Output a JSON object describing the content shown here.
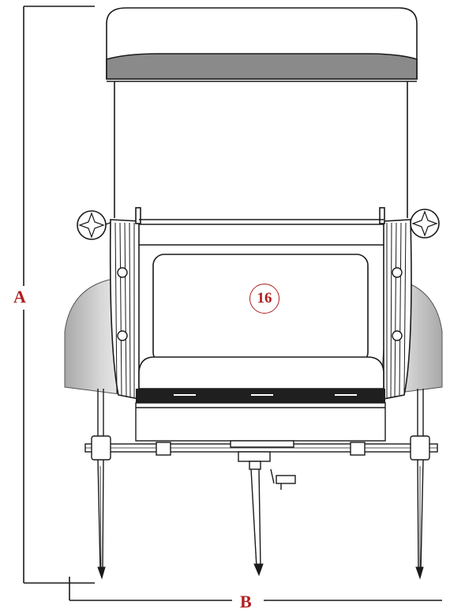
{
  "dimensions": {
    "height_label": "A",
    "width_label": "B"
  },
  "part": {
    "number": "16"
  },
  "colors": {
    "line": "#1a1a1a",
    "label": "#b02020",
    "canopy_band": "#8a8a8a",
    "fender": "#c4c4c4",
    "white": "#ffffff"
  }
}
